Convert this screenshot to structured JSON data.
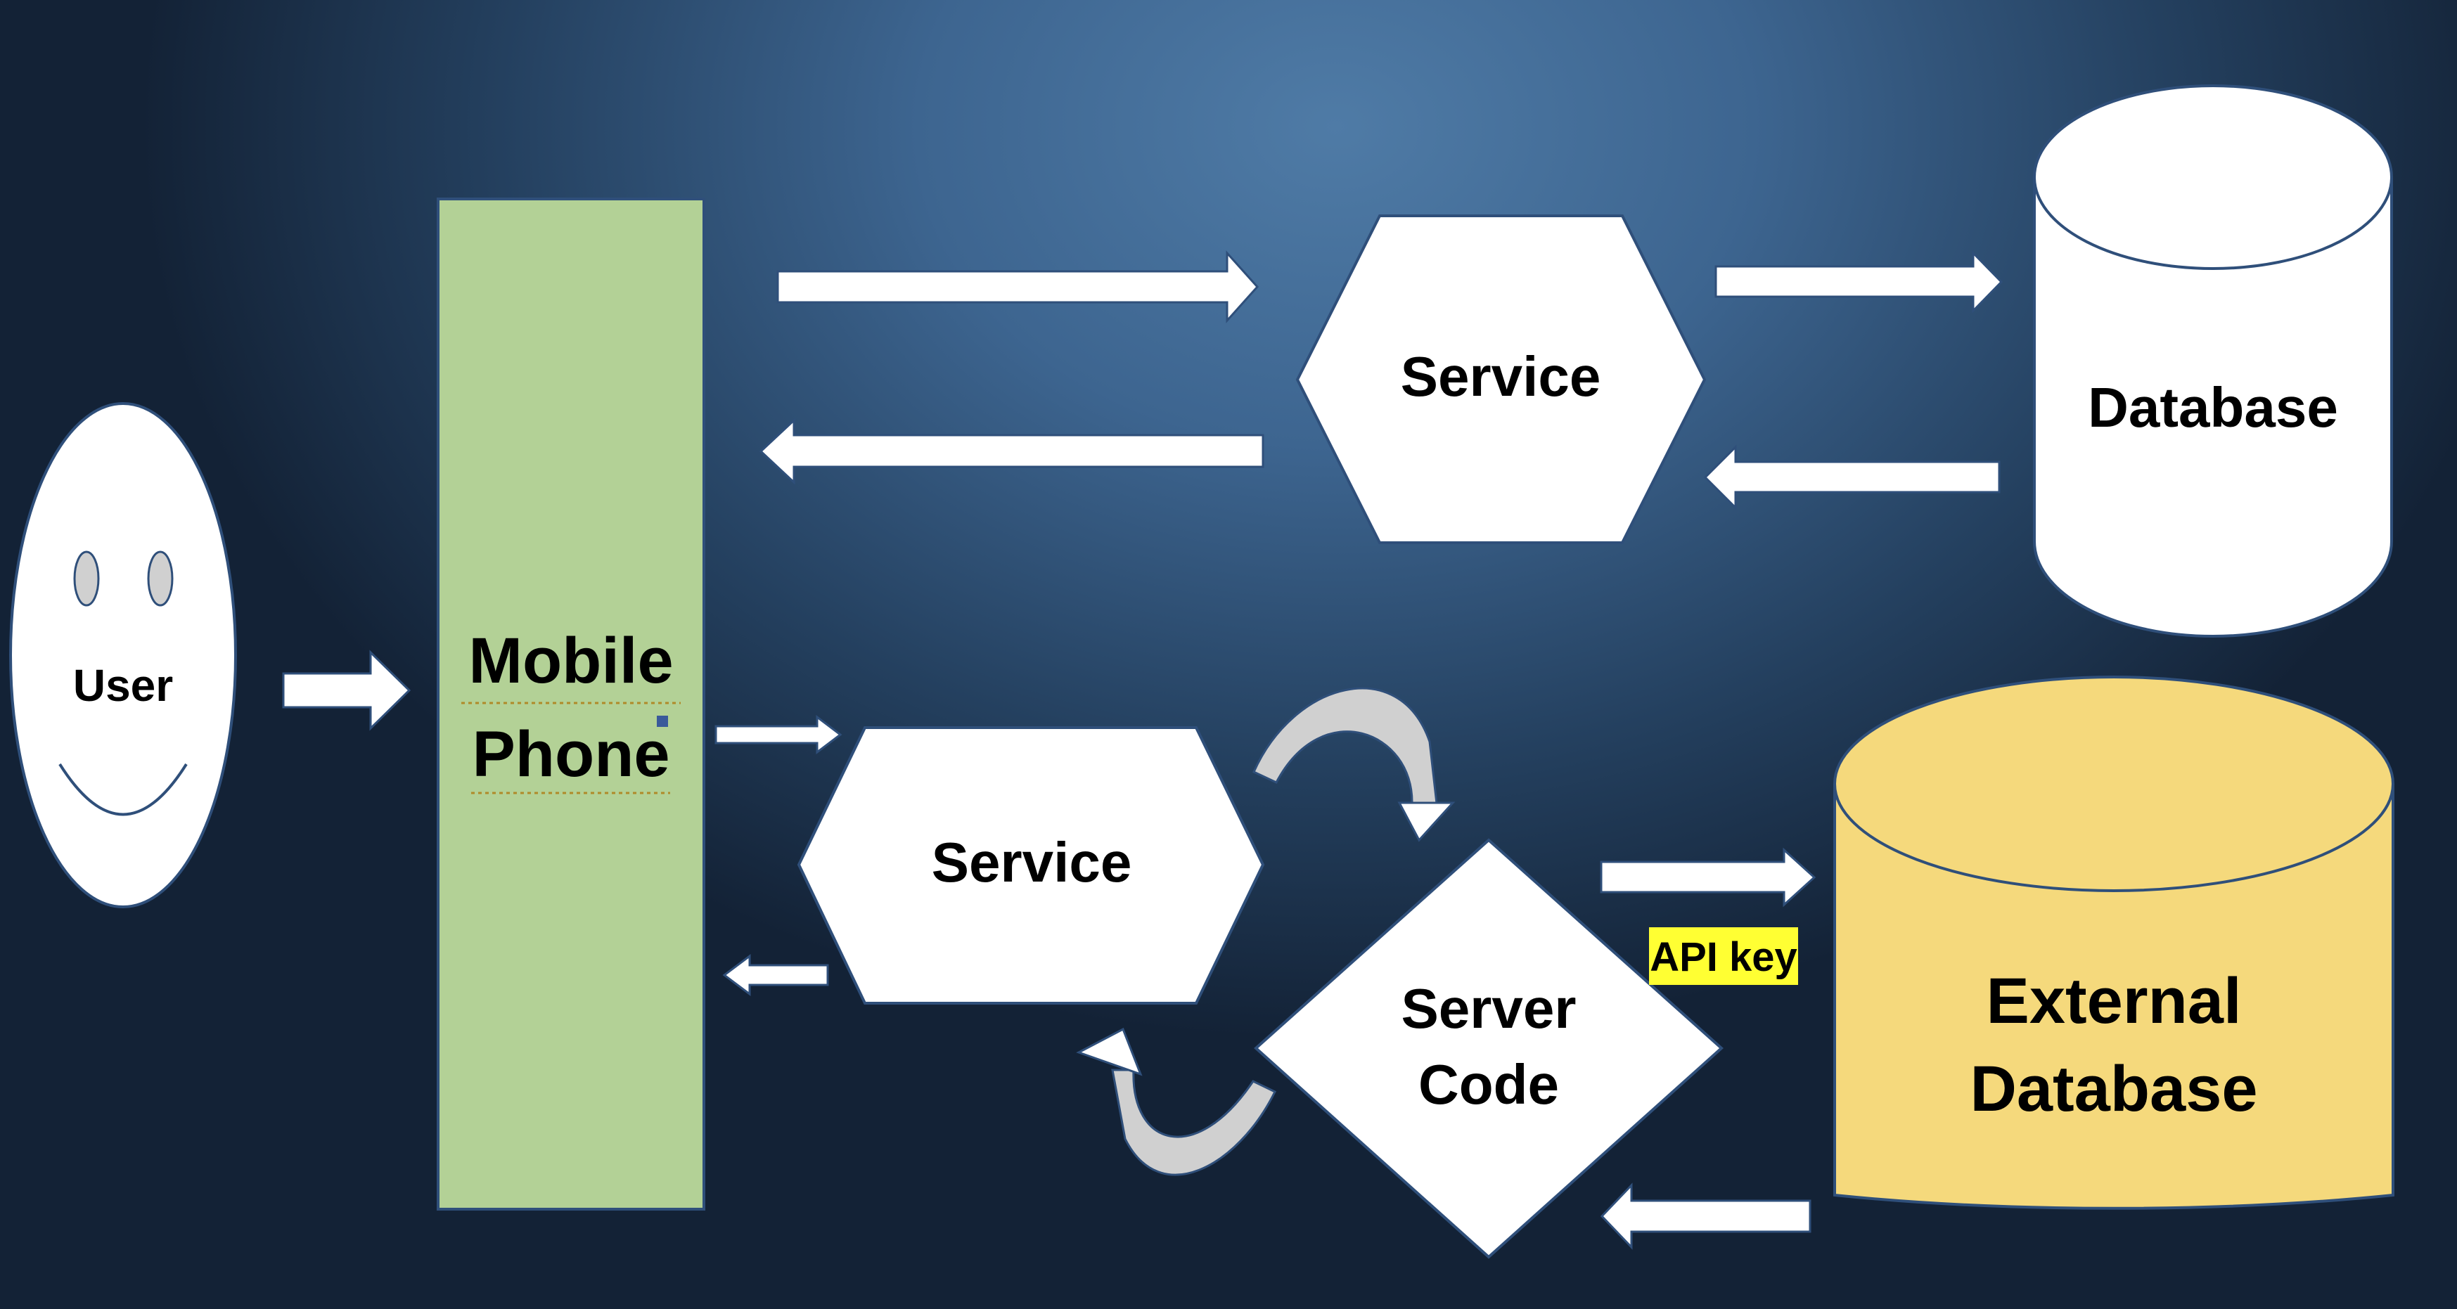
{
  "nodes": {
    "user": "User",
    "mobile_phone": [
      "Mobile",
      "Phone"
    ],
    "service_top": "Service",
    "database": "Database",
    "service_bottom": "Service",
    "server_code": [
      "Server",
      "Code"
    ],
    "external_database": [
      "External",
      "Database"
    ],
    "api_key": "API key"
  },
  "colors": {
    "phone_fill": "#b3d196",
    "external_db_fill": "#f5d97c",
    "api_key_highlight": "#ffff33",
    "shape_fill": "#ffffff",
    "curved_arrow_fill": "#d0d0d0"
  }
}
